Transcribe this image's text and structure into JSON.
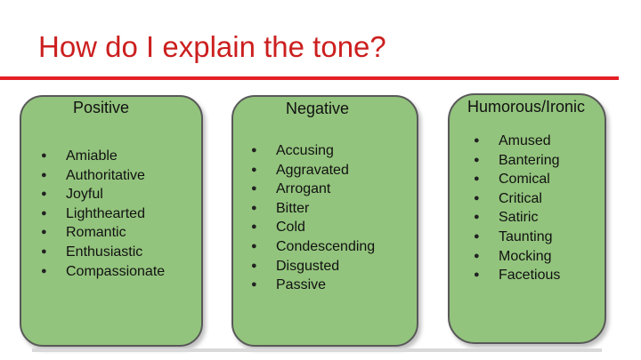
{
  "slide": {
    "title": "How do I explain the tone?",
    "colors": {
      "title": "#cc1f1f",
      "rule": "#e41f26",
      "card_fill": "#93c47d",
      "card_border": "#595959"
    }
  },
  "cards": [
    {
      "heading": "Positive",
      "items": [
        "Amiable",
        "Authoritative",
        "Joyful",
        "Lighthearted",
        "Romantic",
        "Enthusiastic",
        "Compassionate"
      ]
    },
    {
      "heading": "Negative",
      "items": [
        "Accusing",
        "Aggravated",
        "Arrogant",
        "Bitter",
        "Cold",
        "Condescending",
        "Disgusted",
        "Passive"
      ]
    },
    {
      "heading": "Humorous/Ironic",
      "items": [
        "Amused",
        "Bantering",
        "Comical",
        "Critical",
        "Satiric",
        "Taunting",
        "Mocking",
        "Facetious"
      ]
    }
  ]
}
